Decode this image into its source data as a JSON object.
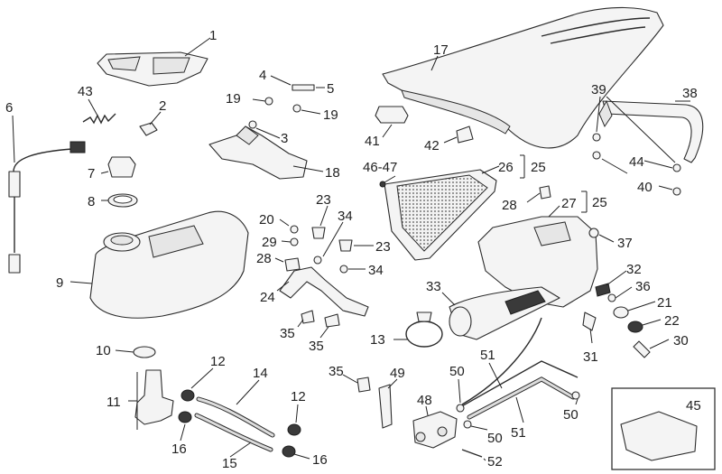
{
  "callouts": {
    "c1": "1",
    "c2": "2",
    "c3": "3",
    "c4": "4",
    "c5": "5",
    "c6": "6",
    "c7": "7",
    "c8": "8",
    "c9": "9",
    "c10": "10",
    "c11": "11",
    "c12a": "12",
    "c12b": "12",
    "c13": "13",
    "c14": "14",
    "c15": "15",
    "c16a": "16",
    "c16b": "16",
    "c17": "17",
    "c18": "18",
    "c19a": "19",
    "c19b": "19",
    "c20": "20",
    "c21": "21",
    "c22": "22",
    "c23a": "23",
    "c23b": "23",
    "c24": "24",
    "c25a": "25",
    "c25b": "25",
    "c26": "26",
    "c27": "27",
    "c28a": "28",
    "c28b": "28",
    "c29": "29",
    "c30": "30",
    "c31": "31",
    "c32": "32",
    "c33": "33",
    "c34a": "34",
    "c34b": "34",
    "c35a": "35",
    "c35b": "35",
    "c35c": "35",
    "c36": "36",
    "c37": "37",
    "c38": "38",
    "c39": "39",
    "c40": "40",
    "c41": "41",
    "c42": "42",
    "c43": "43",
    "c44": "44",
    "c45": "45",
    "c4647": "46-47",
    "c48": "48",
    "c49": "49",
    "c50a": "50",
    "c50b": "50",
    "c50c": "50",
    "c51a": "51",
    "c51b": "51",
    "c52": "52"
  }
}
